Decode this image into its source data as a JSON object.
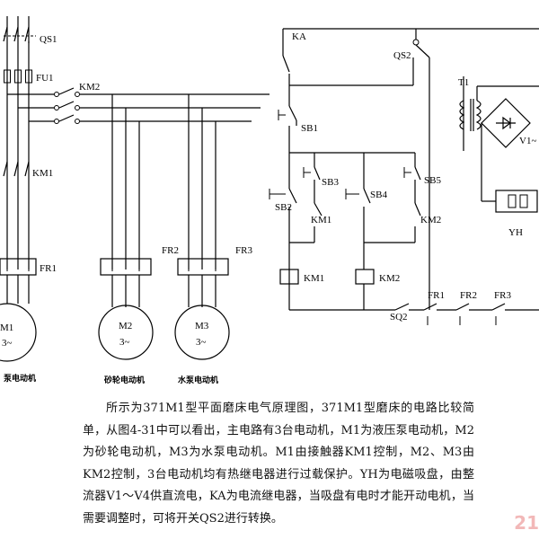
{
  "labels": {
    "qs1": "QS1",
    "fu1": "FU1",
    "km2_main": "KM2",
    "km1_main": "KM1",
    "fr1": "FR1",
    "fr2": "FR2",
    "fr3": "FR3",
    "m1": "M1",
    "m1_phase": "3~",
    "m2": "M2",
    "m2_phase": "3~",
    "m3": "M3",
    "m3_phase": "3~",
    "m1_name": "泵电动机",
    "m2_name": "砂轮电动机",
    "m3_name": "水泵电动机",
    "ka": "KA",
    "qs2": "QS2",
    "t1": "T1",
    "v1v4": "V1~",
    "yh": "YH",
    "sb1": "SB1",
    "sb2": "SB2",
    "sb3": "SB3",
    "sb4": "SB4",
    "sb5": "SB5",
    "km1_aux": "KM1",
    "km2_aux": "KM2",
    "km1_coil": "KM1",
    "km2_coil": "KM2",
    "sq2": "SQ2",
    "fr1_ctrl": "FR1",
    "fr2_ctrl": "FR2",
    "fr3_ctrl": "FR3"
  },
  "description": "所示为371M1型平面磨床电气原理图，371M1型磨床的电路比较简单，从图4-31中可以看出，主电路有3台电动机，M1为液压泵电动机，M2为砂轮电动机，M3为水泵电动机。M1由接触器KM1控制，M2、M3由KM2控制，3台电动机均有热继电器进行过载保护。YH为电磁吸盘，由整流器V1～V4供直流电，KA为电流继电器，当吸盘有电时才能开动电机，当需要调整时，可将开关QS2进行转换。",
  "watermark": "21"
}
